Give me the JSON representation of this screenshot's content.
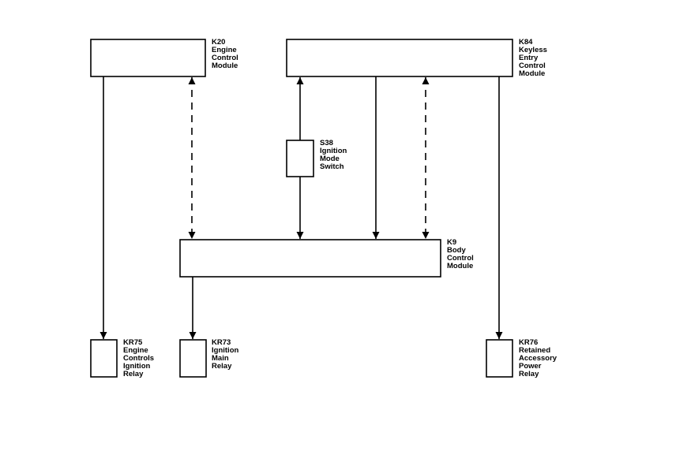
{
  "components": {
    "k20": [
      "K20",
      "Engine",
      "Control",
      "Module"
    ],
    "k84": [
      "K84",
      "Keyless",
      "Entry",
      "Control",
      "Module"
    ],
    "s38": [
      "S38",
      "Ignition",
      "Mode",
      "Switch"
    ],
    "k9": [
      "K9",
      "Body",
      "Control",
      "Module"
    ],
    "kr75": [
      "KR75",
      "Engine",
      "Controls",
      "Ignition",
      "Relay"
    ],
    "kr73": [
      "KR73",
      "Ignition",
      "Main",
      "Relay"
    ],
    "kr76": [
      "KR76",
      "Retained",
      "Accessory",
      "Power",
      "Relay"
    ]
  },
  "connections": [
    {
      "from": "K20",
      "to": "KR75",
      "line": "solid",
      "arrow": "to"
    },
    {
      "from": "K20",
      "to": "K9",
      "line": "dashed",
      "arrow": "both"
    },
    {
      "from": "K84",
      "to": "S38",
      "line": "solid",
      "arrow": "from-s38-to-k84"
    },
    {
      "from": "S38",
      "to": "K9",
      "line": "solid",
      "arrow": "to"
    },
    {
      "from": "K84",
      "to": "K9",
      "line": "solid",
      "arrow": "to"
    },
    {
      "from": "K84",
      "to": "K9",
      "line": "dashed",
      "arrow": "both"
    },
    {
      "from": "K84",
      "to": "KR76",
      "line": "solid",
      "arrow": "to"
    },
    {
      "from": "K9",
      "to": "KR73",
      "line": "solid",
      "arrow": "to"
    }
  ]
}
